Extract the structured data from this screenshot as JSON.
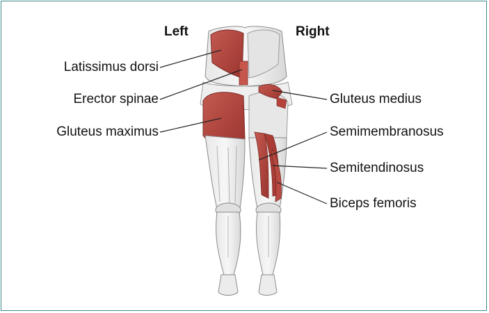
{
  "headings": {
    "left": "Left",
    "right": "Right"
  },
  "labels_left": [
    "Latissimus dorsi",
    "Erector spinae",
    "Gluteus maximus"
  ],
  "labels_right": [
    "Gluteus medius",
    "Semimembranosus",
    "Semitendinosus",
    "Biceps femoris"
  ],
  "colors": {
    "muscle_red": "#b5433c",
    "muscle_dark": "#8e2f2a",
    "skin_gray": "#d9d9d9",
    "outline": "#8a8a8a",
    "border": "#3a8c8c"
  }
}
